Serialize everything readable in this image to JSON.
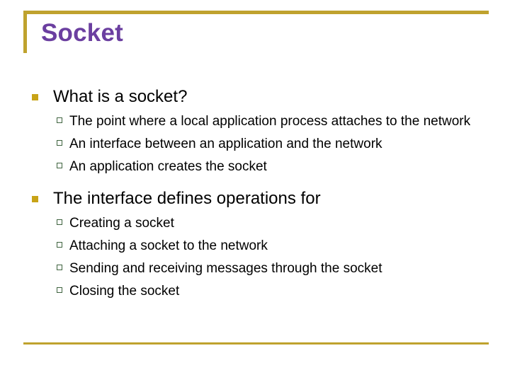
{
  "slide": {
    "title": "Socket",
    "accent_color": "#BFA22E",
    "title_color": "#6B3FA0",
    "bullet_level1_color": "#C8A317",
    "bullet_level2_color": "#3F633F",
    "background_color": "#FFFFFF",
    "bullet_level1_icon": "filled-square-bullet",
    "bullet_level2_icon": "hollow-square-bullet",
    "groups": [
      {
        "heading": "What is a socket?",
        "items": [
          "The point where a local application process attaches to the network",
          "An interface between an application and the network",
          "An application creates the socket"
        ]
      },
      {
        "heading": "The interface defines operations for",
        "items": [
          "Creating a socket",
          "Attaching a socket to the network",
          "Sending and receiving messages through the socket",
          "Closing the socket"
        ]
      }
    ]
  }
}
